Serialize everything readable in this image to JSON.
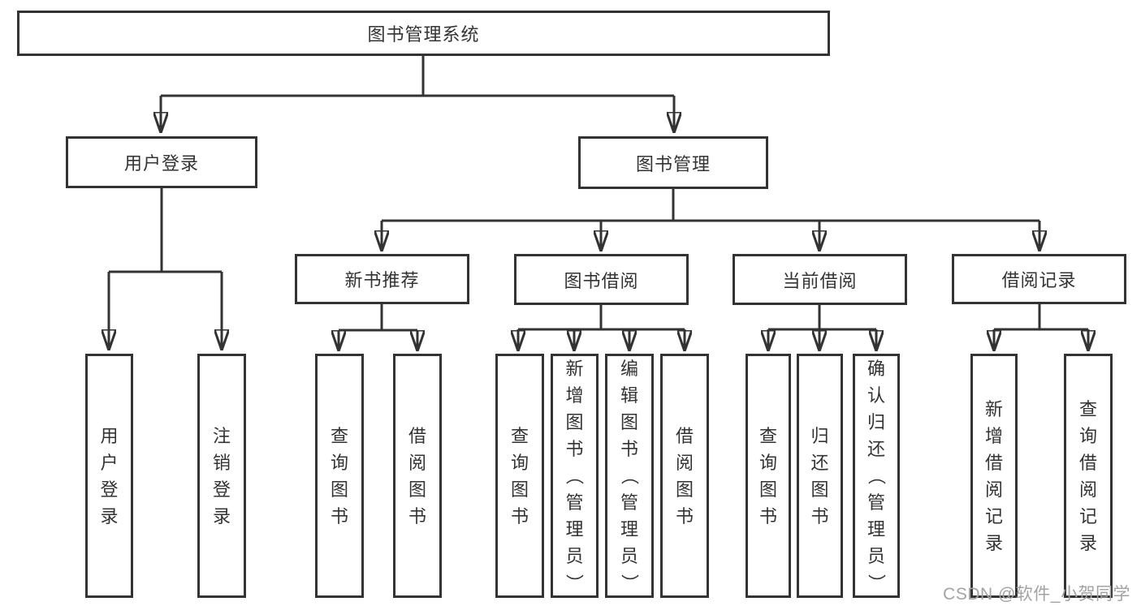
{
  "tree": {
    "label": "图书管理系统",
    "children": [
      {
        "label": "用户登录",
        "children": [
          {
            "label": "用户登录"
          },
          {
            "label": "注销登录"
          }
        ]
      },
      {
        "label": "图书管理",
        "children": [
          {
            "label": "新书推荐",
            "children": [
              {
                "label": "查询图书"
              },
              {
                "label": "借阅图书"
              }
            ]
          },
          {
            "label": "图书借阅",
            "children": [
              {
                "label": "查询图书"
              },
              {
                "label": "新增图书（管理员）"
              },
              {
                "label": "编辑图书（管理员）"
              },
              {
                "label": "借阅图书"
              }
            ]
          },
          {
            "label": "当前借阅",
            "children": [
              {
                "label": "查询图书"
              },
              {
                "label": "归还图书"
              },
              {
                "label": "确认归还（管理员）"
              }
            ]
          },
          {
            "label": "借阅记录",
            "children": [
              {
                "label": "新增借阅记录"
              },
              {
                "label": "查询借阅记录"
              }
            ]
          }
        ]
      }
    ]
  },
  "watermark": "CSDN @软件_小贺同学",
  "colors": {
    "line": "#333333",
    "text": "#333333",
    "box_background": "#ffffff",
    "background": "#ffffff",
    "watermark": "#a3a3a3"
  }
}
